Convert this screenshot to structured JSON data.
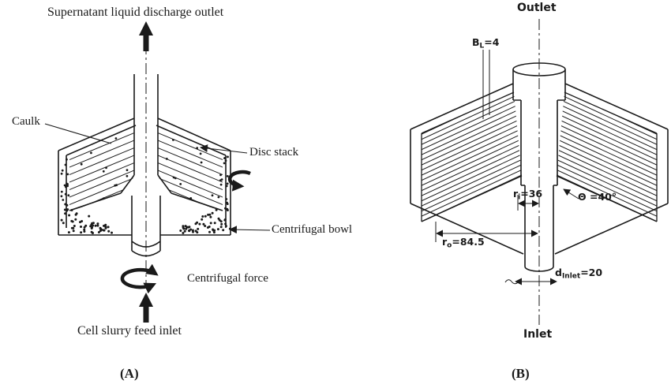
{
  "figure": {
    "background": "#ffffff",
    "ink_color": "#1a1a1a"
  },
  "panel_a": {
    "caption": "(A)",
    "top_label": "Supernatant liquid discharge outlet",
    "caulk_label": "Caulk",
    "disc_stack_label": "Disc stack",
    "bowl_label": "Centrifugal bowl",
    "force_label": "Centrifugal force",
    "inlet_label": "Cell slurry feed inlet"
  },
  "panel_b": {
    "caption": "(B)",
    "outlet_label": "Outlet",
    "inlet_label": "Inlet",
    "dim_disc_spacing": {
      "base": "B",
      "sub": "L",
      "value": "=4"
    },
    "dim_inner_radius": {
      "base": "r",
      "sub": "i",
      "value": "=36"
    },
    "dim_cone_angle": "Θ =40°",
    "dim_outer_radius": {
      "base": "r",
      "sub": "o",
      "value": "=84.5"
    },
    "dim_inlet_diameter": {
      "base": "d",
      "sub": "Inlet",
      "value": "=20"
    }
  }
}
